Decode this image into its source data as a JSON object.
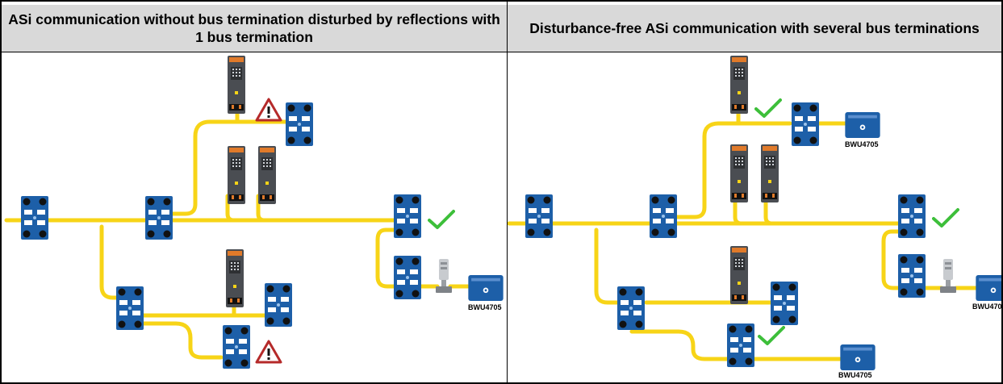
{
  "headers": {
    "left": "ASi communication without bus termination disturbed by reflections with 1 bus termination",
    "right": "Disturbance-free ASi communication with several bus terminations"
  },
  "device_labels": {
    "left_bwu": "BWU4705",
    "right_bwu_1": "BWU4705",
    "right_bwu_2": "BWU470",
    "right_bwu_3": "BWU4705"
  },
  "colors": {
    "cable": "#f7d417",
    "module_blue": "#1d5fa8",
    "ok_check": "#3dbf3a",
    "warning": "#b52a2a",
    "header_bg": "#d9d9d9"
  },
  "icons": {
    "ok": "check-icon",
    "warning": "warning-triangle-icon"
  }
}
